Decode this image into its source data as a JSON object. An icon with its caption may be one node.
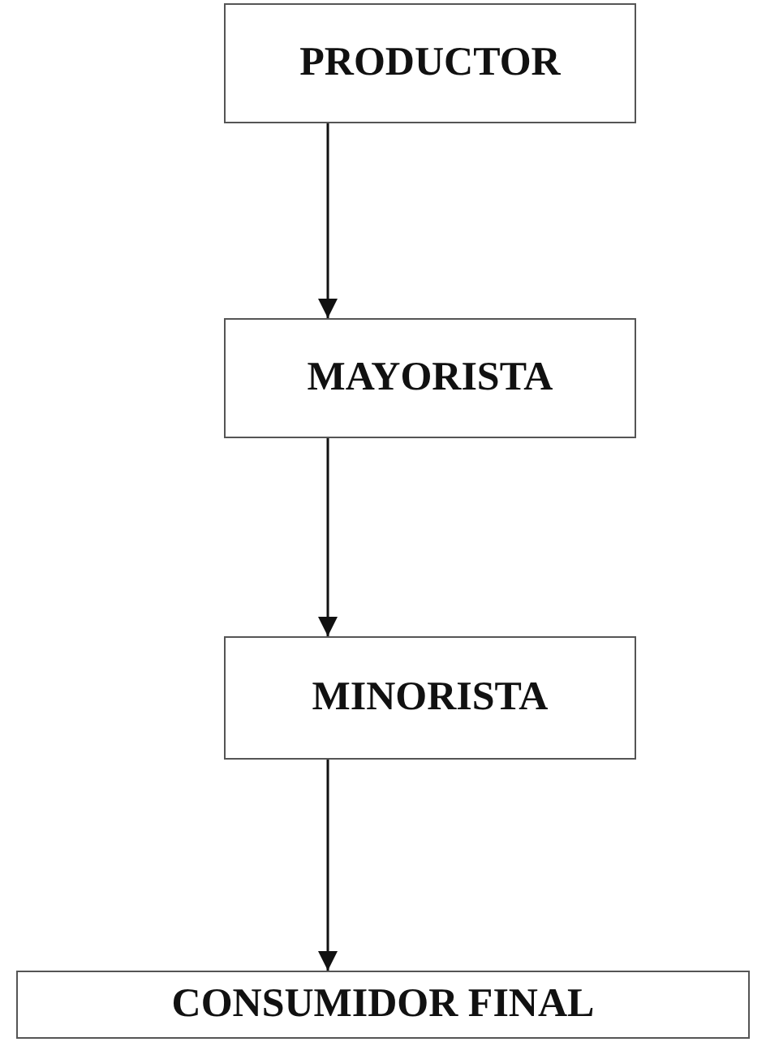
{
  "diagram": {
    "nodes": [
      {
        "text": [
          "PRODUCTOR"
        ]
      },
      {
        "text": [
          "MAYORISTA"
        ]
      },
      {
        "text": [
          "MINORISTA"
        ]
      },
      {
        "text": [
          "CONSUMIDOR FINAL"
        ]
      }
    ],
    "edges": [
      {
        "from": 0,
        "to": 1,
        "arrow": "to"
      },
      {
        "from": 1,
        "to": 2,
        "arrow": "to"
      },
      {
        "from": 2,
        "to": 3,
        "arrow": "to"
      }
    ]
  }
}
